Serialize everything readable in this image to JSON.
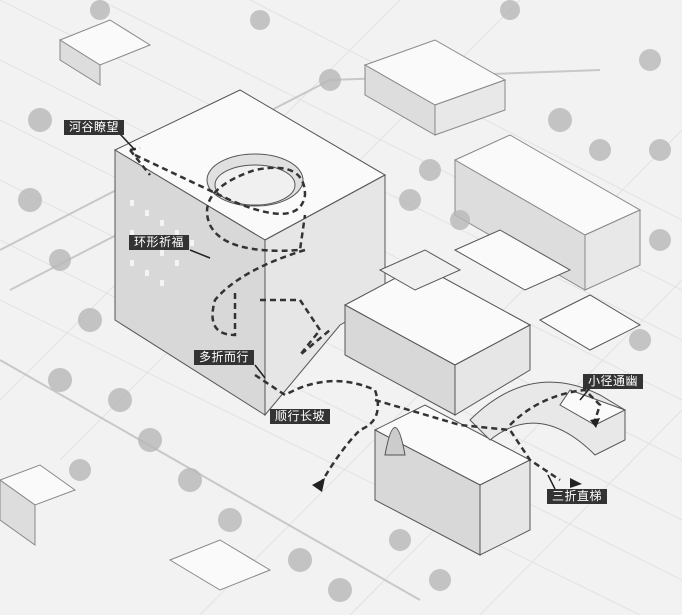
{
  "labels": {
    "valley_view": "河谷瞭望",
    "ring_prayer": "环形祈福",
    "multi_fold": "多折而行",
    "long_ramp": "顺行长坡",
    "hidden_path": "小径通幽",
    "triple_stair": "三折直梯"
  },
  "colors": {
    "path": "#333333",
    "label_bg": "#333333",
    "building_top": "#fafafa",
    "building_side": "#d6d6d6",
    "tree": "#b5b5b5"
  }
}
